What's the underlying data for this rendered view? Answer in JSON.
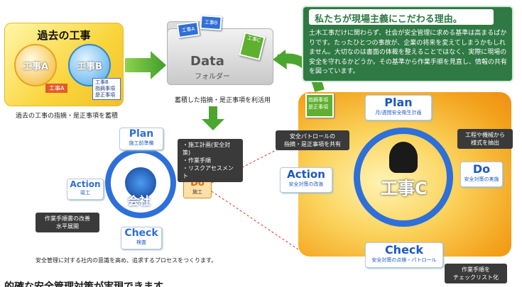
{
  "past": {
    "title": "過去の工事",
    "project_a": "工事A",
    "project_b": "工事B",
    "badge": "工事A",
    "doc_lines": [
      "工事B",
      "指摘事項",
      "是正事項"
    ],
    "caption": "過去の工事の指摘・是正事項を蓄積"
  },
  "folder": {
    "title": "Data",
    "subtitle": "フォルダー",
    "cards": [
      "工事A",
      "工事B",
      "工事C"
    ],
    "caption": "蓄積した指摘・是正事項を利活用"
  },
  "info": {
    "title": "私たちが現場主義にこだわる理由。",
    "body": "土木工事だけに関わらず、社会が安全管理に求める基準は高まるばかりです。たったひとつの事故が、企業の将来を変えてしまうかもしれません。大切なのは書面の体裁を整えることではなく、実際に現場の安全を守れるかどうか。その基準から作業手順を見直し、情報の共有を図っています。"
  },
  "company_cycle": {
    "center": "会社",
    "plan": {
      "label": "Plan",
      "sub": "施工前準備"
    },
    "do": {
      "label": "Do",
      "sub": "施工"
    },
    "check": {
      "label": "Check",
      "sub": "検査"
    },
    "action": {
      "label": "Action",
      "sub": "竣工"
    },
    "plan_tip": [
      "・施工計画(安全対策)",
      "・作業手順",
      "・リスクアセスメント"
    ],
    "action_tip": [
      "作業手順書の改善",
      "水平展開"
    ],
    "caption": "安全管理に対する社内の意識を高め、追求するプロセスをつくります。"
  },
  "site_cycle": {
    "center": "工事C",
    "doc_lines": [
      "指摘事項",
      "是正事項"
    ],
    "plan": {
      "label": "Plan",
      "sub": "月/週間安全衛生計画"
    },
    "do": {
      "label": "Do",
      "sub": "安全対策の実施"
    },
    "check": {
      "label": "Check",
      "sub": "安全対策の点検・パトロール"
    },
    "action": {
      "label": "Action",
      "sub": "安全対策の改善"
    },
    "patrol_tip": [
      "安全パトロールの",
      "指摘・是正事項を共有"
    ],
    "do_tip": [
      "工程や機械から",
      "様式を抽出"
    ],
    "check_tip": [
      "作業手順を",
      "チェックリスト化"
    ]
  },
  "footer": {
    "headline": "的確な安全管理対策が実現できます。"
  },
  "colors": {
    "blue": "#2e6fd9",
    "green": "#5fb02f",
    "orange": "#f3a21c",
    "dark_green": "#2f7a44"
  }
}
